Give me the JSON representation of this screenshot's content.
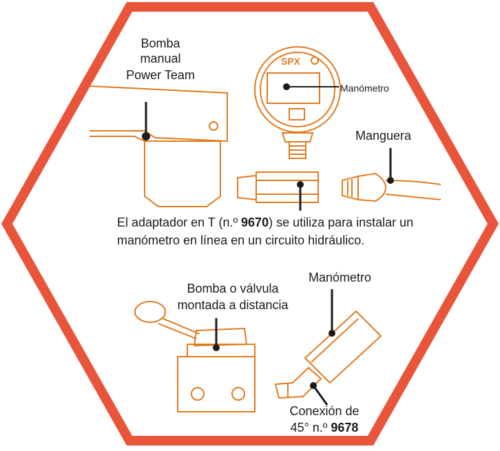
{
  "colors": {
    "hexagon": "#e8553a",
    "line_art": "#e07a1f",
    "text": "#1a1a1a",
    "background": "#ffffff"
  },
  "labels": {
    "hand_pump_line1": "Bomba",
    "hand_pump_line2": "manual",
    "hand_pump_line3": "Power Team",
    "gauge_top": "Manómetro",
    "gauge_brand": "SPX",
    "hose": "Manguera",
    "caption_part1": "El adaptador en T (n.º ",
    "caption_code": "9670",
    "caption_part2": ") se utiliza para instalar un",
    "caption_line2": "manómetro en línea en un circuito hidráulico.",
    "remote_pump_line1": "Bomba o válvula",
    "remote_pump_line2": "montada a distancia",
    "gauge_bottom": "Manómetro",
    "fitting_line1": "Conexión de",
    "fitting_line2_prefix": "45° n.º ",
    "fitting_code": "9678"
  },
  "icons": [
    "gauge-icon",
    "hand-pump-icon",
    "hose-icon",
    "t-adapter-icon",
    "remote-valve-icon",
    "elbow-fitting-icon"
  ]
}
